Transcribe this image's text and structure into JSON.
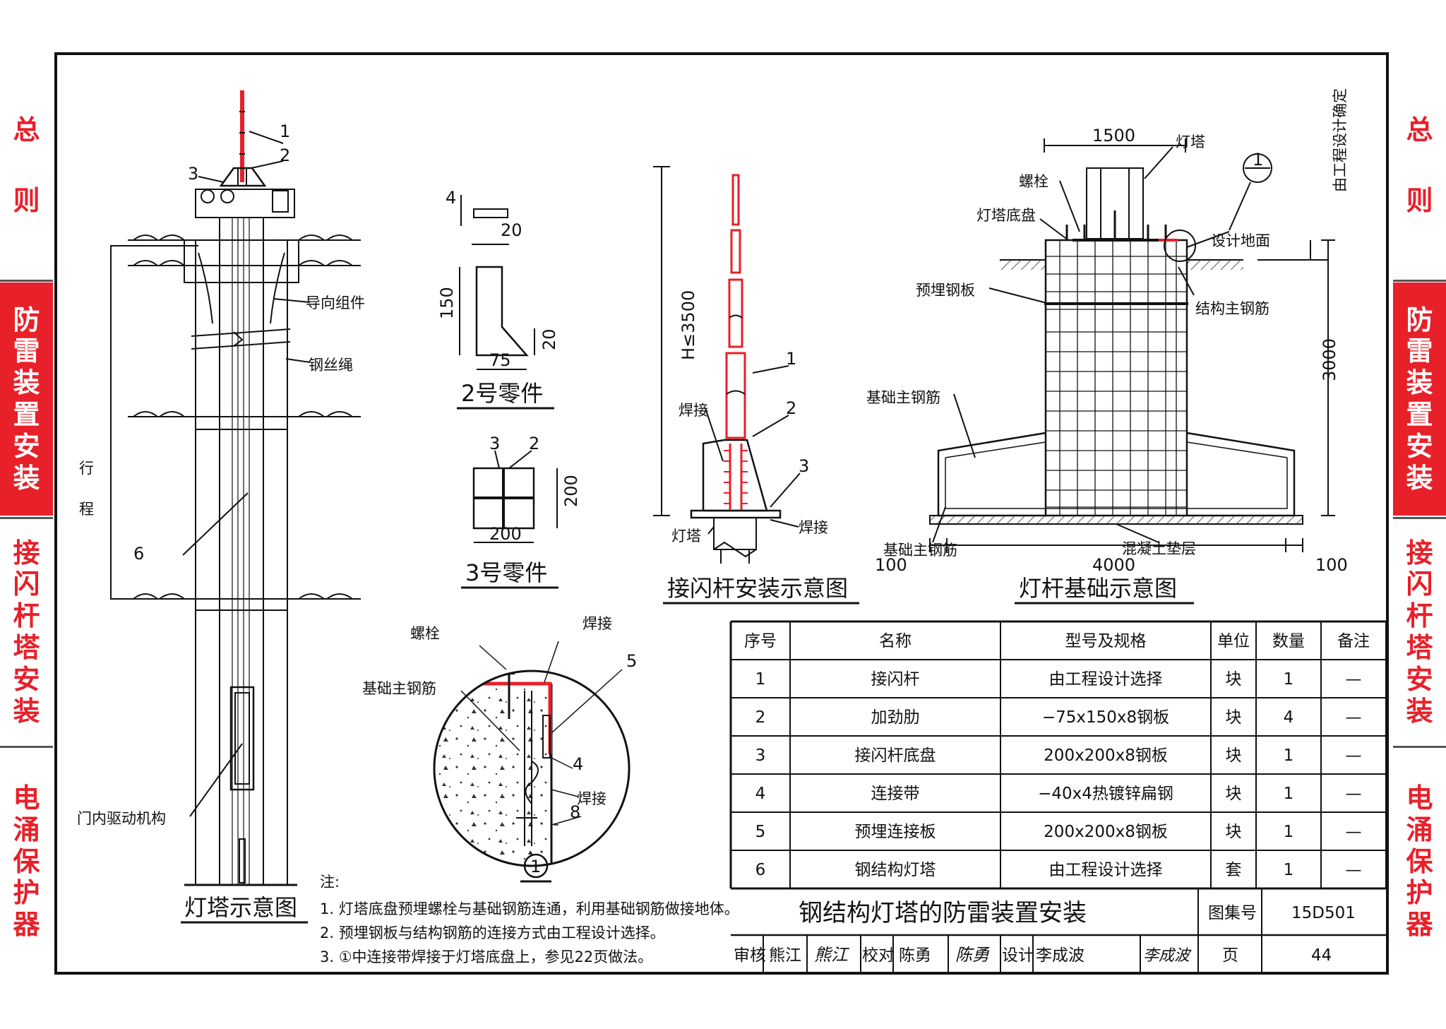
{
  "side_tabs_left": [
    {
      "label": "总则",
      "active": false
    },
    {
      "label": "防雷装置安装",
      "active": true
    },
    {
      "label": "接闪杆塔安装",
      "active": false
    },
    {
      "label": "电涌保护器",
      "active": false
    }
  ],
  "side_tabs_right": [
    {
      "label": "总则",
      "active": false
    },
    {
      "label": "防雷装置安装",
      "active": true
    },
    {
      "label": "接闪杆塔安装",
      "active": false
    },
    {
      "label": "电涌保护器",
      "active": false
    }
  ],
  "colors": {
    "accent": "#e8202a",
    "line": "#111111"
  },
  "tower": {
    "caption": "灯塔示意图",
    "callouts": [
      "1",
      "2",
      "3",
      "6"
    ],
    "guide": "导向组件",
    "wire_rope": "钢丝绳",
    "travel": "行程",
    "drive": "门内驱动机构"
  },
  "part2": {
    "caption": "2号零件",
    "dim_thickness": "4",
    "dim_top": "20",
    "dim_height": "150",
    "dim_side": "20",
    "dim_base": "75"
  },
  "part3": {
    "caption": "3号零件",
    "callout_3": "3",
    "callout_2": "2",
    "dim_height": "200",
    "dim_width": "200"
  },
  "rod": {
    "caption": "接闪杆安装示意图",
    "height": "H≤3500",
    "weld": "焊接",
    "weld2": "焊接",
    "tower": "灯塔",
    "callouts": [
      "1",
      "2",
      "3"
    ]
  },
  "foundation": {
    "caption": "灯杆基础示意图",
    "top_width": "1500",
    "depth": "3000",
    "bottom_width": "4000",
    "left_margin": "100",
    "right_margin": "100",
    "labels": {
      "tower": "灯塔",
      "bolt": "螺栓",
      "base_plate": "灯塔底盘",
      "design_ground": "设计地面",
      "by_design": "由工程设计确定",
      "embedded_plate": "预埋钢板",
      "main_rebar": "结构主钢筋",
      "found_rebar": "基础主钢筋",
      "found_rebar2": "基础主钢筋",
      "concrete": "混凝土垫层"
    },
    "detail_mark": "1"
  },
  "detail": {
    "bolt": "螺栓",
    "weld_top": "焊接",
    "weld_bottom": "焊接",
    "found_rebar": "基础主钢筋",
    "callouts": [
      "5",
      "4",
      "8"
    ],
    "mark": "1"
  },
  "notes": {
    "heading": "注:",
    "items": [
      "1. 灯塔底盘预埋螺栓与基础钢筋连通，利用基础钢筋做接地体。",
      "2. 预埋钢板与结构钢筋的连接方式由工程设计选择。",
      "3. ①中连接带焊接于灯塔底盘上，参见22页做法。"
    ]
  },
  "parts_table": {
    "headers": [
      "序号",
      "名称",
      "型号及规格",
      "单位",
      "数量",
      "备注"
    ],
    "rows": [
      [
        "1",
        "接闪杆",
        "由工程设计选择",
        "块",
        "1",
        "—"
      ],
      [
        "2",
        "加劲肋",
        "−75x150x8钢板",
        "块",
        "4",
        "—"
      ],
      [
        "3",
        "接闪杆底盘",
        "200x200x8钢板",
        "块",
        "1",
        "—"
      ],
      [
        "4",
        "连接带",
        "−40x4热镀锌扁钢",
        "块",
        "1",
        "—"
      ],
      [
        "5",
        "预埋连接板",
        "200x200x8钢板",
        "块",
        "1",
        "—"
      ],
      [
        "6",
        "钢结构灯塔",
        "由工程设计选择",
        "套",
        "1",
        "—"
      ]
    ]
  },
  "title_block": {
    "title": "钢结构灯塔的防雷装置安装",
    "atlas_label": "图集号",
    "atlas_no": "15D501",
    "review_label": "审核",
    "reviewer": "熊江",
    "reviewer_sig": "熊江",
    "check_label": "校对",
    "checker": "陈勇",
    "checker_sig": "陈勇",
    "design_label": "设计",
    "designer": "李成波",
    "designer_sig": "李成波",
    "page_label": "页",
    "page_no": "44"
  }
}
